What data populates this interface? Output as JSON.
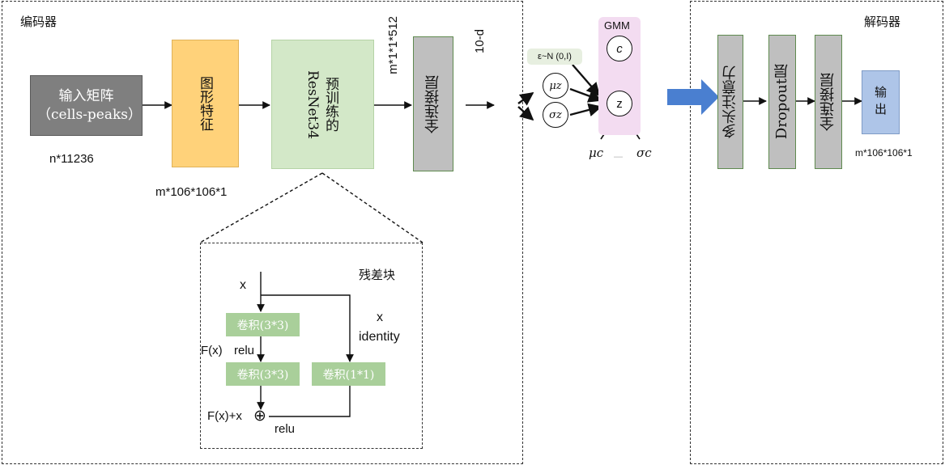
{
  "encoder": {
    "title": "编码器",
    "input_box": "输入矩阵（cells-peaks）",
    "input_dim": "n*11236",
    "feature_box": "图形特征",
    "feature_dim": "m*106*106*1",
    "resnet_box": "预训练的ResNet34",
    "resnet_dim": "m*1*1*512",
    "fc_box": "全连接层",
    "latent_dim": "10-d"
  },
  "residual": {
    "title": "残差块",
    "x_top": "x",
    "conv1": "卷积(3*3)",
    "conv2": "卷积(3*3)",
    "conv_shortcut": "卷积(1*1)",
    "fx": "F(x)",
    "relu1": "relu",
    "x_identity": "x",
    "identity": "identity",
    "fx_plus_x": "F(x)+x",
    "plus": "⊕",
    "relu2": "relu"
  },
  "gmm": {
    "epsilon": "ε~N (0,I)",
    "mu_z": "μz",
    "sigma_z": "σz",
    "title": "GMM",
    "c": "c",
    "z": "z",
    "mu_c": "μc",
    "dash": "—",
    "sigma_c": "σc"
  },
  "decoder": {
    "title": "解码器",
    "attention": "多头注意力",
    "dropout": "Dropout层",
    "fc": "全连接层",
    "output": "输出",
    "output_dim": "m*106*106*1"
  },
  "colors": {
    "input_fill": "#7f7f7f",
    "feature_fill": "#ffd27a",
    "resnet_fill": "#d3e8c8",
    "gray_fill": "#bfbfbf",
    "resblock_fill": "#a9cf9a",
    "gmm_fill": "#f3dcf1",
    "output_fill": "#aec5e8",
    "arrow_blue": "#4a7fd0"
  }
}
